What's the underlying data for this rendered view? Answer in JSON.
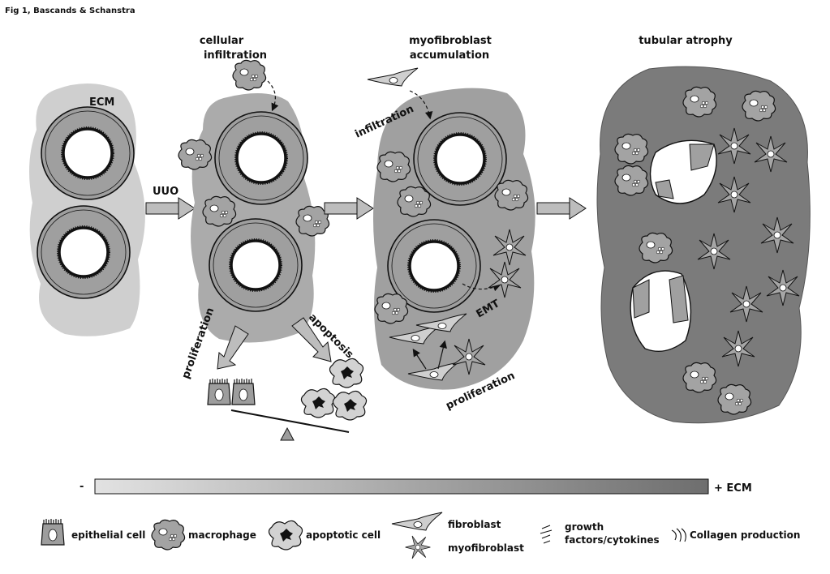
{
  "header": {
    "caption": "Fig 1, Bascands & Schanstra"
  },
  "stages": {
    "infiltration_title_1": "cellular",
    "infiltration_title_2": "infiltration",
    "myofibroblast_title_1": "myofibroblast",
    "myofibroblast_title_2": "accumulation",
    "atrophy_title": "tubular atrophy"
  },
  "labels": {
    "ecm": "ECM",
    "uuo": "UUO",
    "infiltration": "infiltration",
    "proliferation_left": "proliferation",
    "apoptosis": "apoptosis",
    "emt": "EMT",
    "proliferation_right": "proliferation"
  },
  "scale": {
    "minus": "-",
    "plus_ecm": "+ ECM"
  },
  "legend": {
    "epithelial_cell": "epithelial cell",
    "macrophage": "macrophage",
    "apoptotic_cell": "apoptotic cell",
    "fibroblast": "fibroblast",
    "myofibroblast": "myofibroblast",
    "growth_1": "growth",
    "growth_2": "factors/cytokines",
    "collagen": "Collagen production"
  },
  "colors": {
    "ecm_light": "#cfcfcf",
    "ecm_medium": "#a9a9a9",
    "ecm_dark": "#7b7b7b",
    "cell_fill": "#9d9d9d",
    "outline": "#111111"
  }
}
